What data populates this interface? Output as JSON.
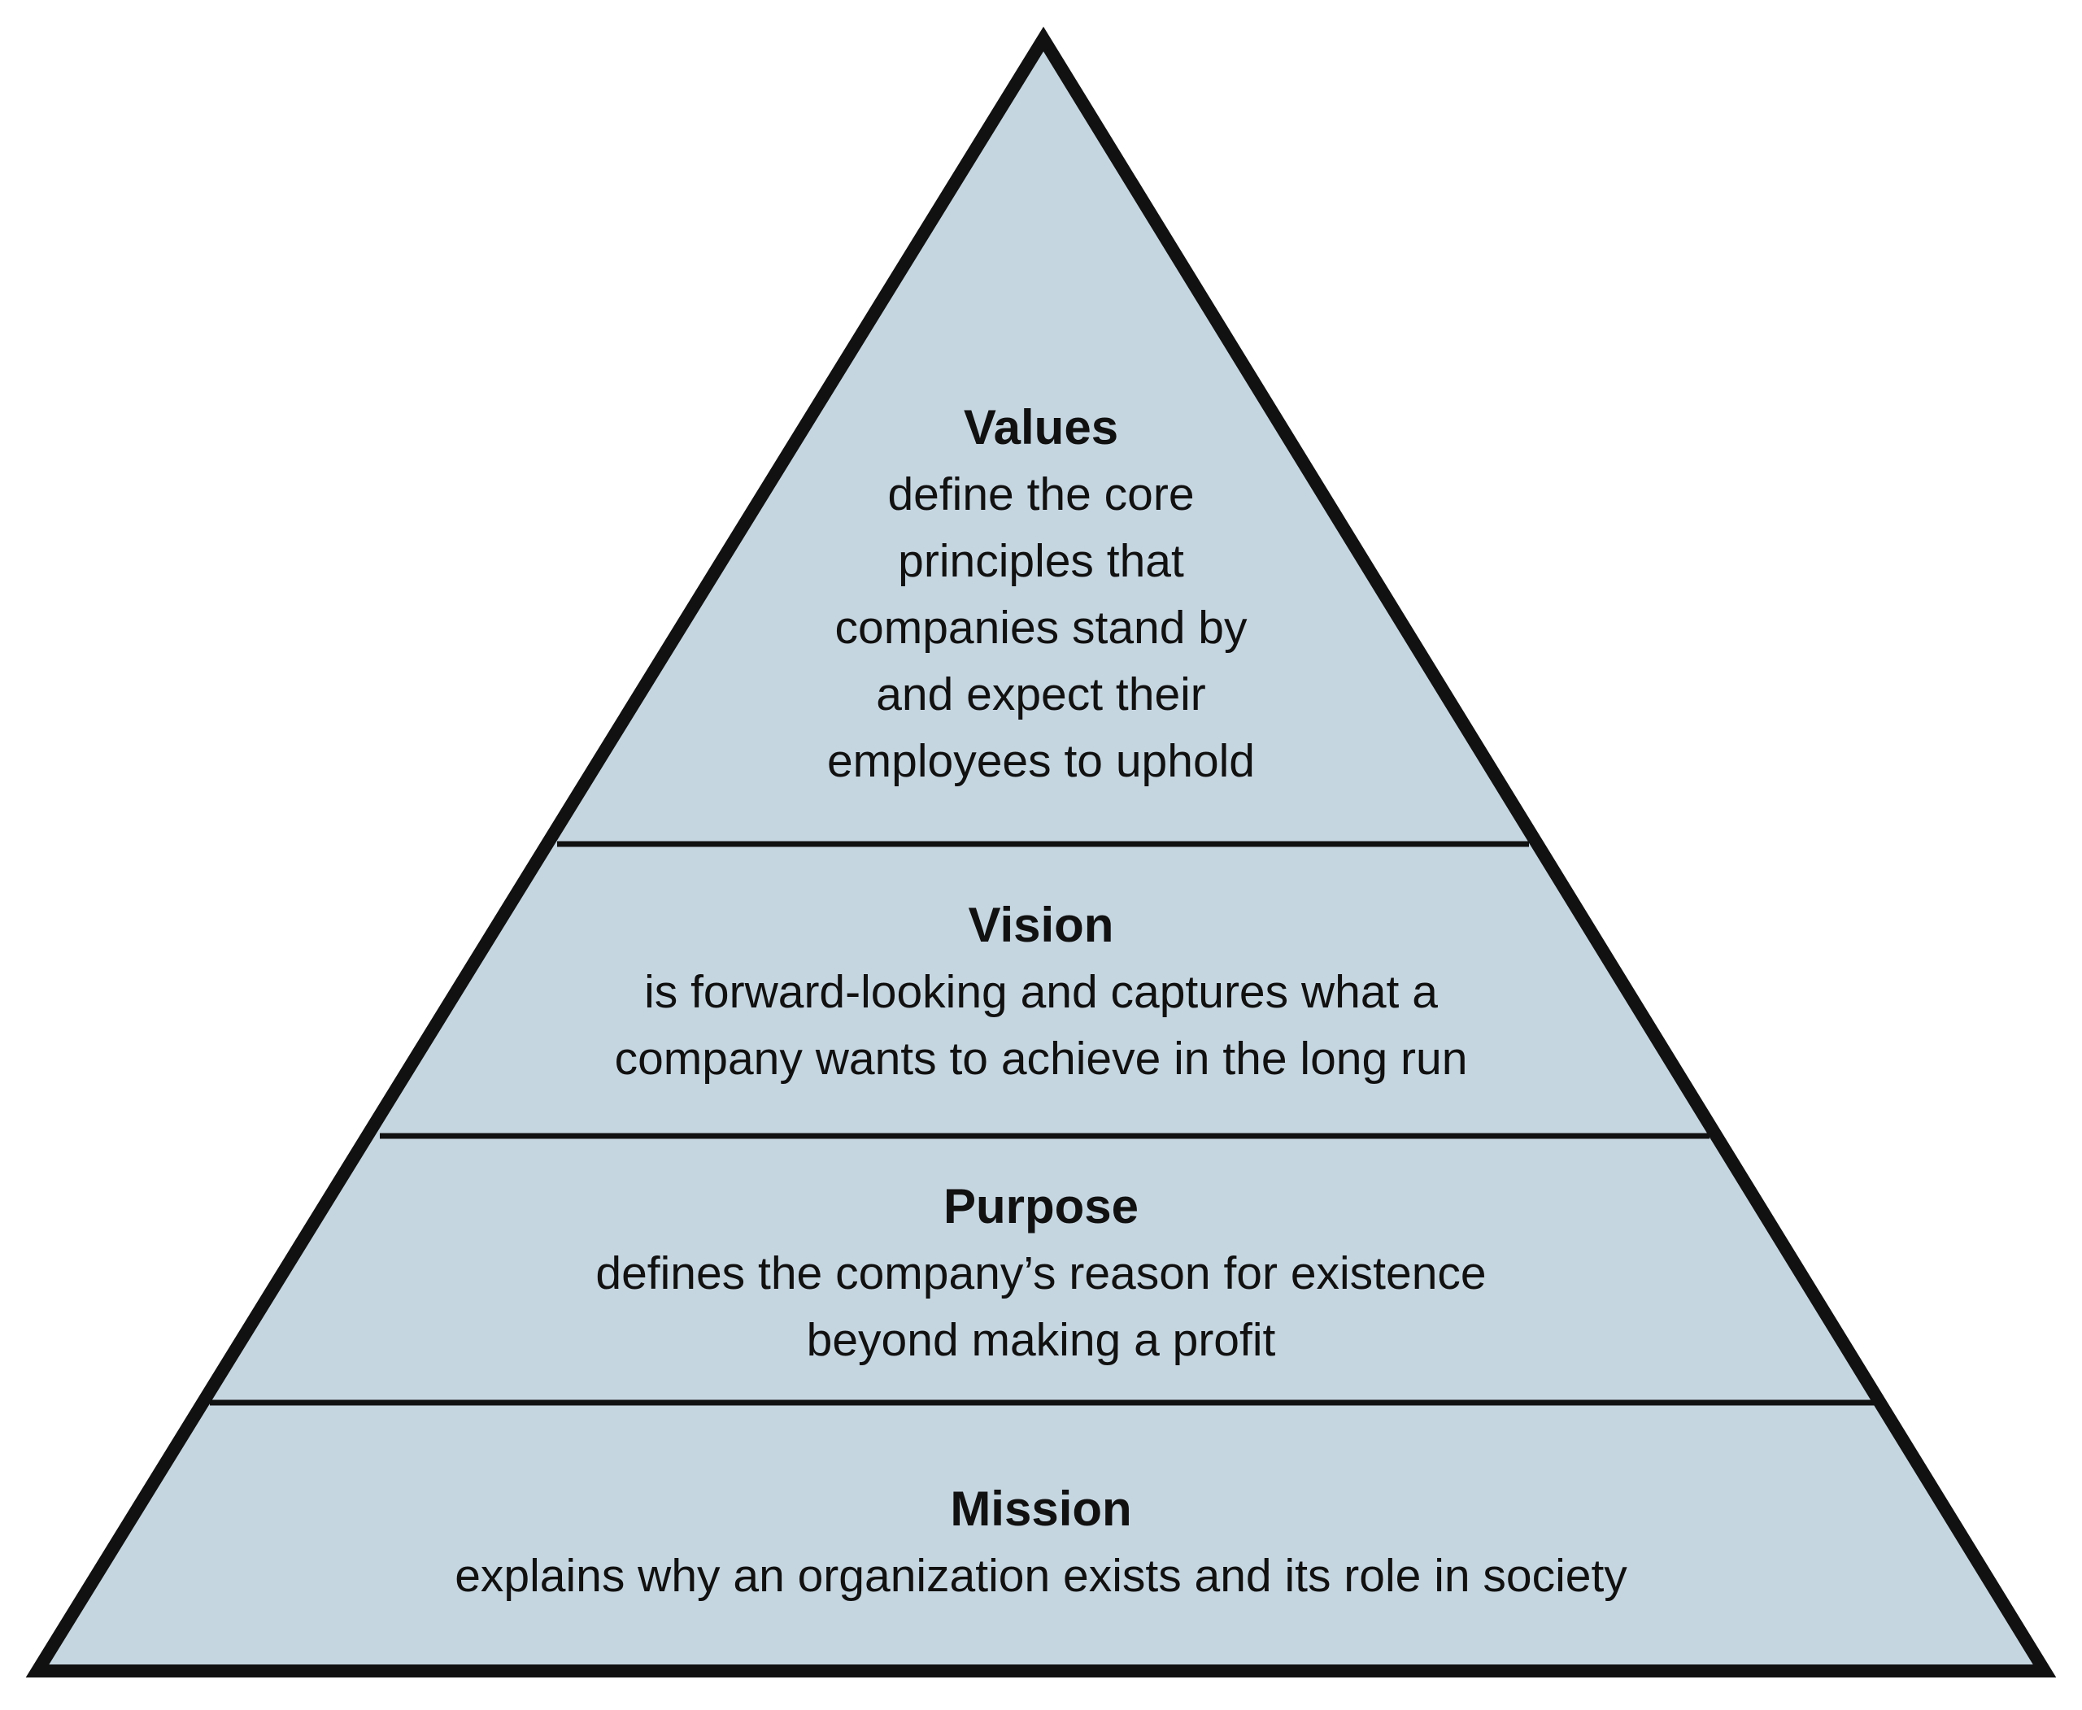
{
  "colors": {
    "fill": "#c6d6e1",
    "stroke": "#111111",
    "background": "#ffffff"
  },
  "tiers": [
    {
      "title": "Values",
      "description_lines": [
        "define the core",
        "principles that",
        "companies stand by",
        "and expect their",
        "employees to uphold"
      ]
    },
    {
      "title": "Vision",
      "description_lines": [
        "is forward-looking and captures what a",
        "company wants to achieve in the long run"
      ]
    },
    {
      "title": "Purpose",
      "description_lines": [
        "defines the company’s reason for existence",
        "beyond making a profit"
      ]
    },
    {
      "title": "Mission",
      "description_lines": [
        "explains why an organization exists and its role in society"
      ]
    }
  ]
}
